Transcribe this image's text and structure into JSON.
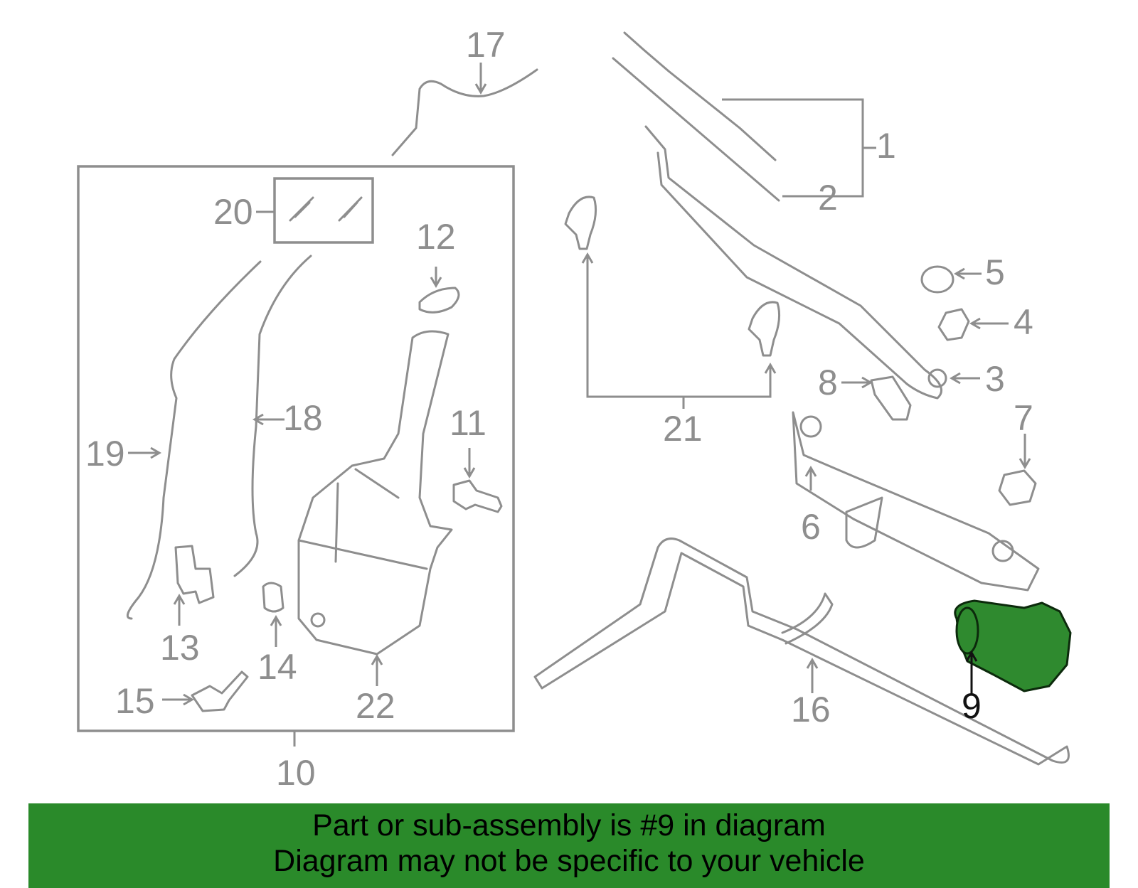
{
  "diagram": {
    "callouts": [
      {
        "id": "1",
        "text": "1"
      },
      {
        "id": "2",
        "text": "2"
      },
      {
        "id": "3",
        "text": "3"
      },
      {
        "id": "4",
        "text": "4"
      },
      {
        "id": "5",
        "text": "5"
      },
      {
        "id": "6",
        "text": "6"
      },
      {
        "id": "7",
        "text": "7"
      },
      {
        "id": "8",
        "text": "8"
      },
      {
        "id": "9",
        "text": "9"
      },
      {
        "id": "10",
        "text": "10"
      },
      {
        "id": "11",
        "text": "11"
      },
      {
        "id": "12",
        "text": "12"
      },
      {
        "id": "13",
        "text": "13"
      },
      {
        "id": "14",
        "text": "14"
      },
      {
        "id": "15",
        "text": "15"
      },
      {
        "id": "16",
        "text": "16"
      },
      {
        "id": "17",
        "text": "17"
      },
      {
        "id": "18",
        "text": "18"
      },
      {
        "id": "19",
        "text": "19"
      },
      {
        "id": "20",
        "text": "20"
      },
      {
        "id": "21",
        "text": "21"
      },
      {
        "id": "22",
        "text": "22"
      }
    ],
    "highlighted_part": "9",
    "colors": {
      "line": "#8e8e8e",
      "highlight_fill": "#2f8a2f",
      "banner": "#2a8a2a"
    }
  },
  "banner": {
    "line1": "Part or sub-assembly is #9 in diagram",
    "line2": "Diagram may not be specific to your vehicle"
  }
}
